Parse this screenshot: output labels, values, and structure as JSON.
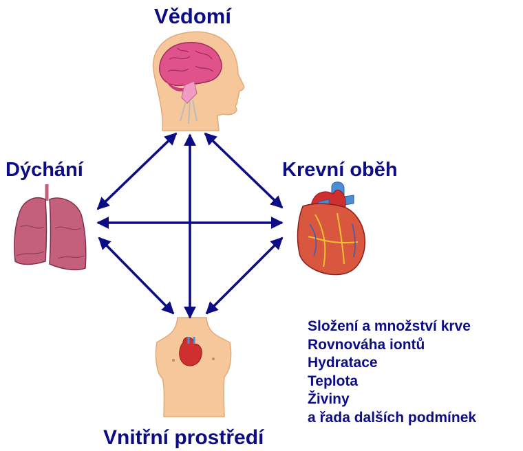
{
  "labels": {
    "top": "Vědomí",
    "left": "Dýchání",
    "right": "Krevní oběh",
    "bottom": "Vnitřní prostředí"
  },
  "conditions": [
    "Složení a množství krve",
    "Rovnováha iontů",
    "Hydratace",
    "Teplota",
    "Živiny",
    "a řada dalších podmínek"
  ],
  "colors": {
    "text": "#0c0c84",
    "arrows": "#0c0c84",
    "skin": "#f6c79a",
    "brain": "#e0528a",
    "lung": "#c4607c",
    "heart": "#cf2f2f",
    "vessel": "#4a8fd6"
  },
  "icons": [
    "head-brain-icon",
    "lungs-icon",
    "heart-icon",
    "torso-icon"
  ]
}
